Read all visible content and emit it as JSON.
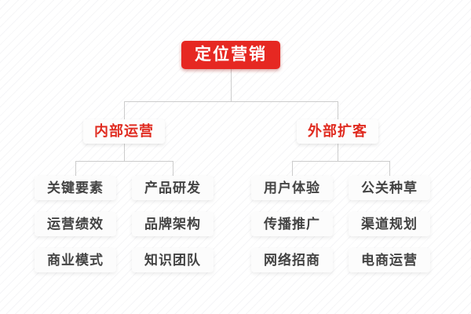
{
  "diagram": {
    "type": "tree",
    "root": {
      "label": "定位营销"
    },
    "branches": [
      {
        "label": "内部运营",
        "children": [
          "关键要素",
          "产品研发",
          "运营绩效",
          "品牌架构",
          "商业模式",
          "知识团队"
        ]
      },
      {
        "label": "外部扩客",
        "children": [
          "用户体验",
          "公关种草",
          "传播推广",
          "渠道规划",
          "网络招商",
          "电商运营"
        ]
      }
    ]
  },
  "colors": {
    "accent_red": "#e62822",
    "branch_text_red": "#e02b20",
    "leaf_text": "#434343",
    "connector": "#cccccc",
    "node_background": "#fcfcfc",
    "root_text": "#ffffff",
    "background_stripe": "#f5f5f7"
  }
}
